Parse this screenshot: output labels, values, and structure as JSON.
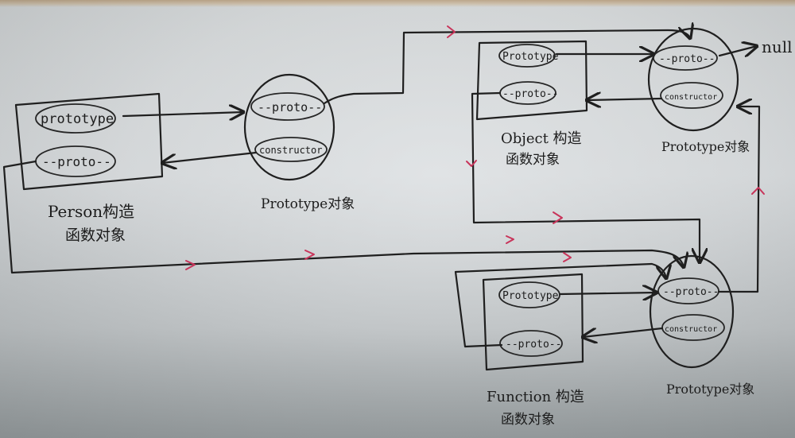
{
  "diagram": {
    "type": "hand-drawn JavaScript prototype chain",
    "colors": {
      "ink": "#1f1f1f",
      "arrow_red": "#c8345a",
      "paper": "#d3d6d8"
    },
    "nodes": {
      "person_ctor": {
        "fields": [
          "prototype",
          "--proto--"
        ],
        "caption_line1": "Person构造",
        "caption_line2": "函数对象"
      },
      "person_proto": {
        "fields": [
          "--proto--",
          "constructor"
        ],
        "caption": "Prototype对象"
      },
      "object_ctor": {
        "fields": [
          "Prototype",
          "--proto--"
        ],
        "caption_line1": "Object 构造",
        "caption_line2": "函数对象"
      },
      "object_proto": {
        "fields": [
          "--proto--",
          "constructor"
        ],
        "caption": "Prototype对象"
      },
      "function_ctor": {
        "fields": [
          "Prototype",
          "--proto--"
        ],
        "caption_line1": "Function 构造",
        "caption_line2": "函数对象"
      },
      "function_proto": {
        "fields": [
          "--proto--",
          "constructor"
        ],
        "caption": "Prototype对象"
      },
      "null_terminal": "null"
    },
    "edges": [
      {
        "from": "Person.prototype",
        "to": "PersonPrototype.__proto__"
      },
      {
        "from": "PersonPrototype.constructor",
        "to": "Person构造函数对象"
      },
      {
        "from": "PersonPrototype.__proto__",
        "to": "ObjectPrototype"
      },
      {
        "from": "Object.prototype",
        "to": "ObjectPrototype.__proto__"
      },
      {
        "from": "ObjectPrototype.constructor",
        "to": "Object构造函数对象"
      },
      {
        "from": "ObjectPrototype.__proto__",
        "to": "null"
      },
      {
        "from": "Person.__proto__",
        "to": "FunctionPrototype"
      },
      {
        "from": "Object.__proto__",
        "to": "FunctionPrototype"
      },
      {
        "from": "Function.__proto__",
        "to": "FunctionPrototype"
      },
      {
        "from": "Function.prototype",
        "to": "FunctionPrototype.__proto__"
      },
      {
        "from": "FunctionPrototype.constructor",
        "to": "Function构造函数对象"
      },
      {
        "from": "FunctionPrototype.__proto__",
        "to": "ObjectPrototype"
      }
    ]
  }
}
